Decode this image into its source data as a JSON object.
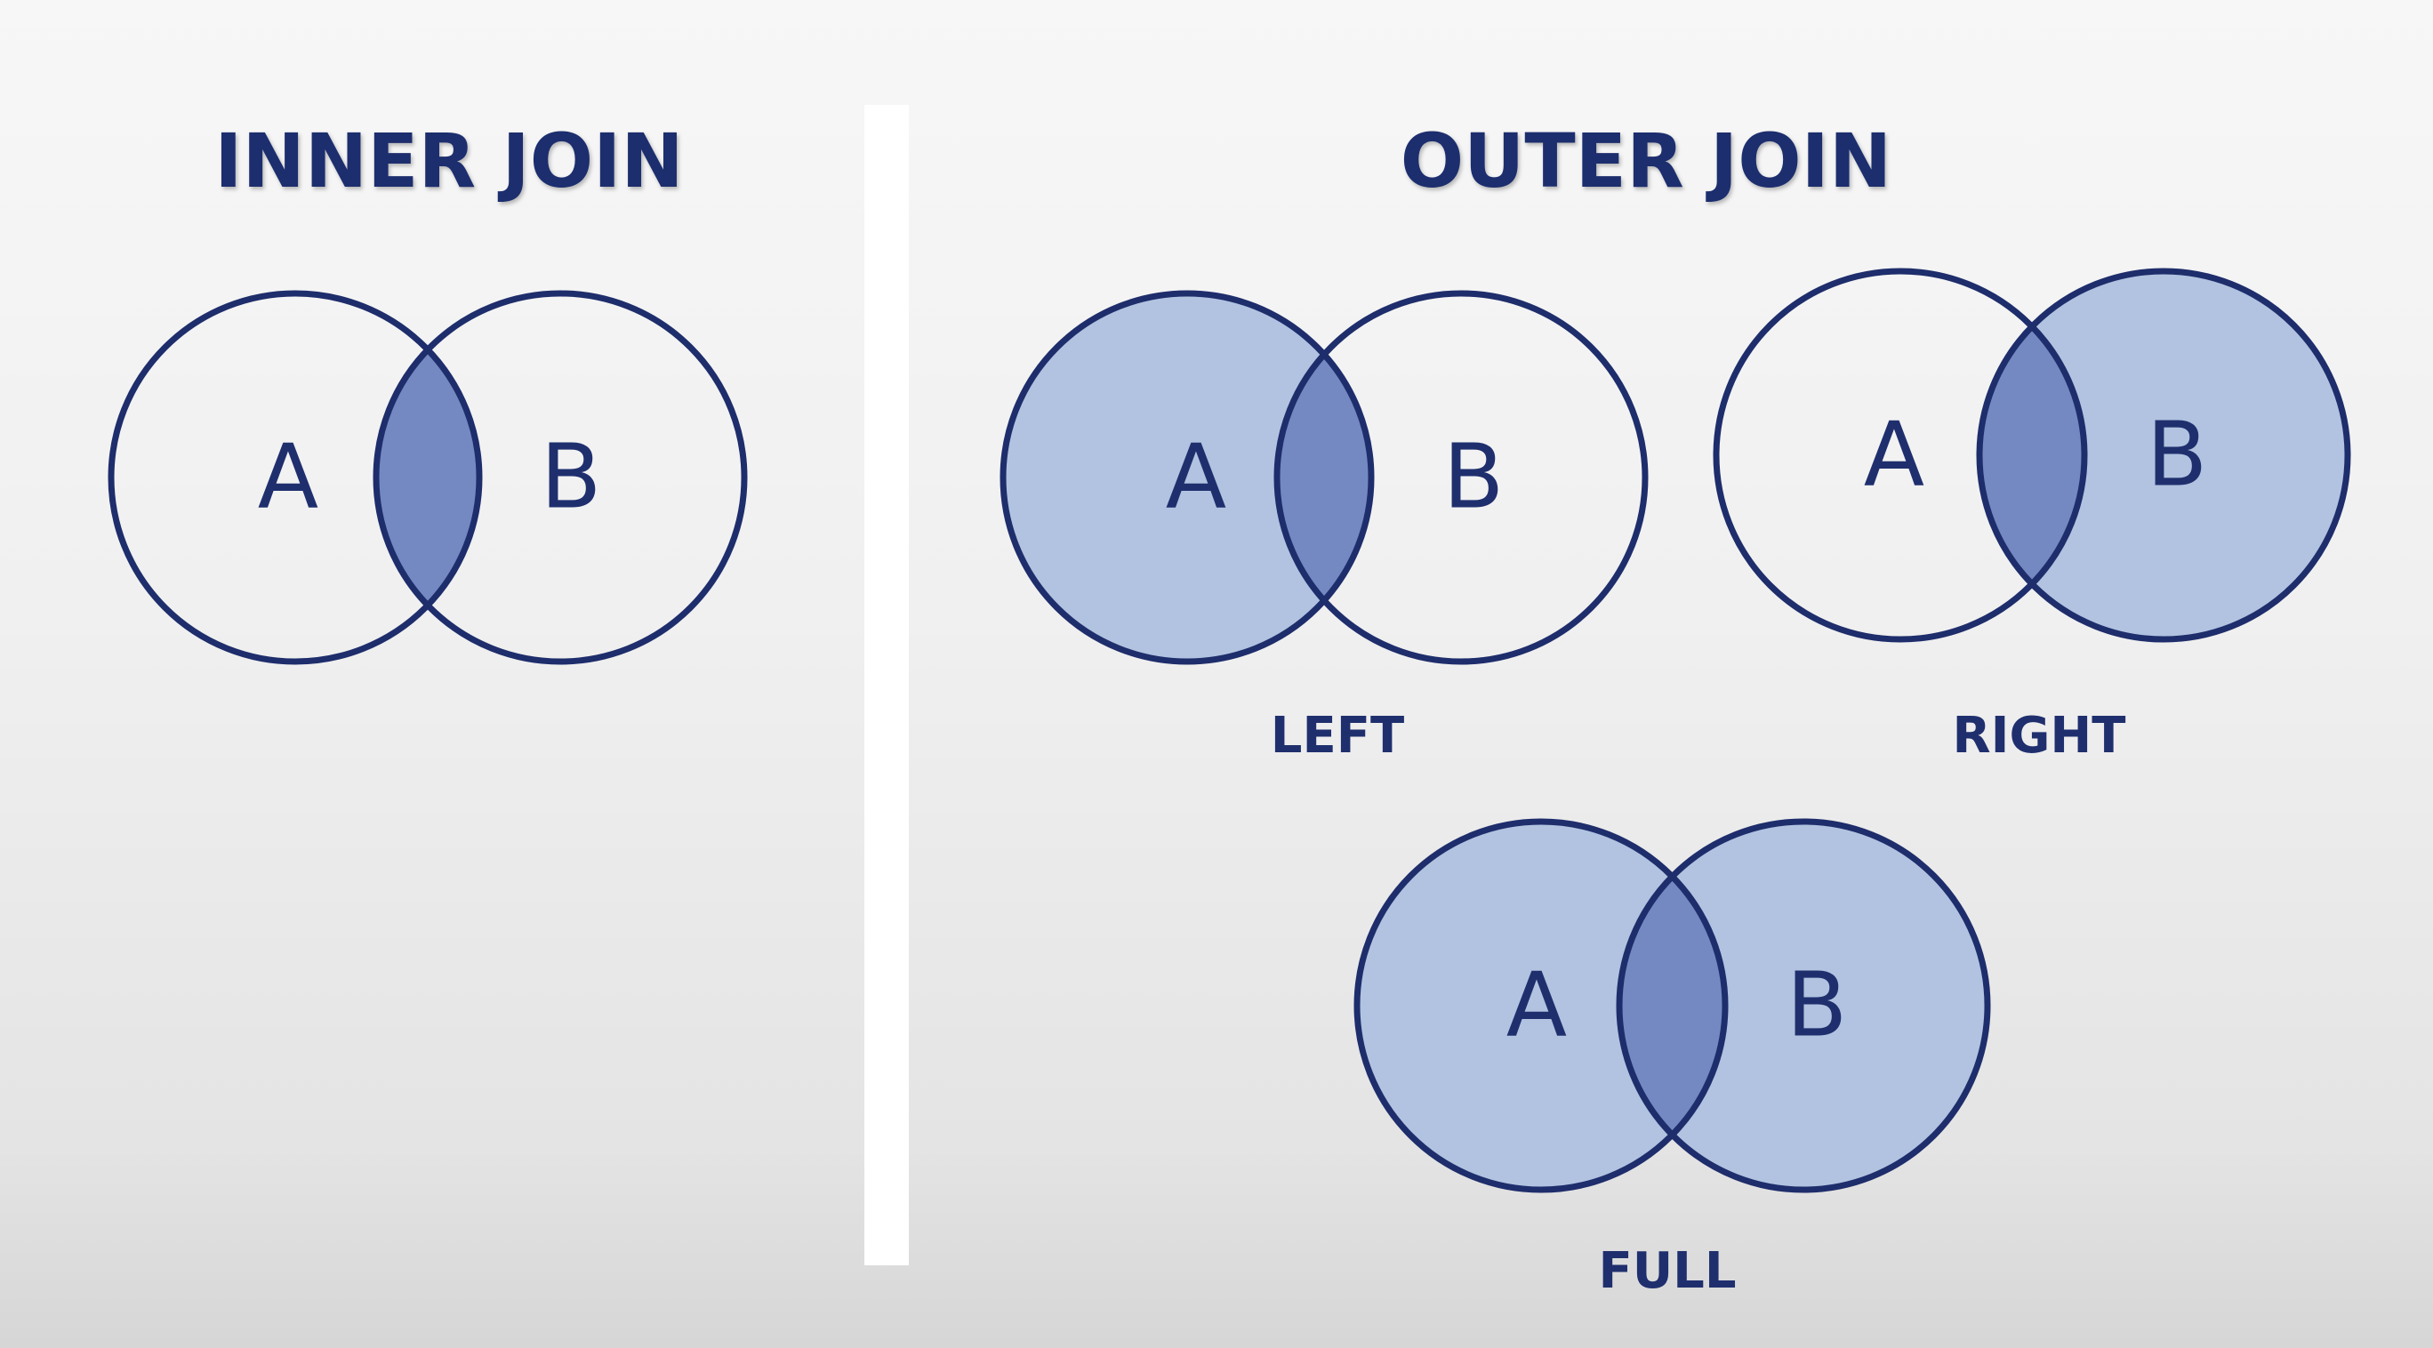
{
  "inner": {
    "title": "INNER JOIN",
    "set_a": "A",
    "set_b": "B"
  },
  "outer": {
    "title": "OUTER JOIN",
    "left": {
      "caption": "LEFT",
      "set_a": "A",
      "set_b": "B"
    },
    "right": {
      "caption": "RIGHT",
      "set_a": "A",
      "set_b": "B"
    },
    "full": {
      "caption": "FULL",
      "set_a": "A",
      "set_b": "B"
    }
  },
  "colors": {
    "outline": "#1e2d6b",
    "text": "#1f2f6e",
    "set_fill": "#b1c3e0",
    "overlap_fill": "#7489c2",
    "divider": "#ffffff"
  }
}
